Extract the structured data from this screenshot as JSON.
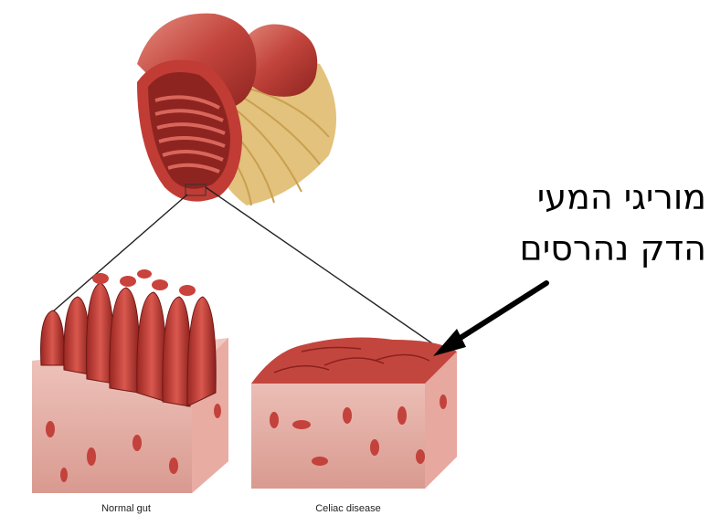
{
  "captions": {
    "normal": "Normal gut",
    "celiac": "Celiac disease"
  },
  "annotation": {
    "line1": "מוריגי המעי",
    "line2": "הדק נהרסים"
  },
  "colors": {
    "tissue_red": "#b0302c",
    "tissue_dark": "#7a1a18",
    "tissue_pink": "#e9b5ae",
    "fat_yellow": "#d9b56a",
    "arrow": "#000000"
  }
}
